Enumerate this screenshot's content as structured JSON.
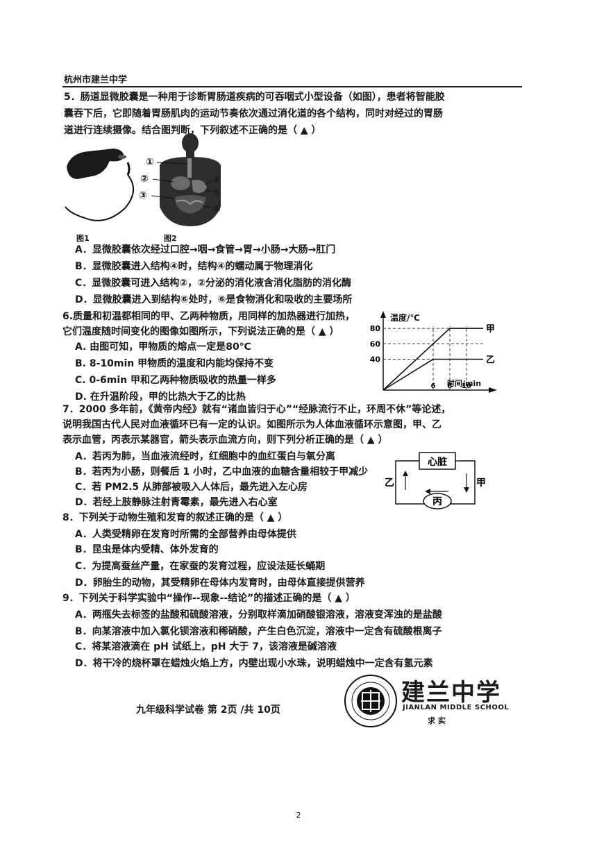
{
  "header": {
    "school": "杭州市建兰中学"
  },
  "q5": {
    "stem": [
      "5．肠道显微胶囊是一种用于诊断胃肠道疾病的可吞咽式小型设备（如图），患者将智能胶",
      "囊吞下后，它即随着胃肠肌肉的运动节奏依次通过消化道的各个结构，同时对经过的胃肠",
      "道进行连续摄像。结合图判断，下列叙述不正确的是（  ▲  ）"
    ],
    "fig1_label": "图1",
    "fig2_label": "图2",
    "markers": [
      "①",
      "②",
      "③",
      "④",
      "⑤",
      "⑥"
    ],
    "options": [
      "A．显微胶囊依次经过口腔→咽→食管→胃→小肠→大肠→肛门",
      "B．显微胶囊进入结构④时，结构④的蠕动属于物理消化",
      "C．显微胶囊可进入结构②，②分泌的消化液含消化脂肪的消化酶",
      "D．显微胶囊进入到结构⑥处时，⑥是食物消化和吸收的主要场所"
    ]
  },
  "q6": {
    "stem": [
      "6.质量和初温都相同的甲、乙两种物质，用同样的加热器进行加热，",
      "它们温度随时间变化的图像如图所示，下列说法正确的是（  ▲  ）"
    ],
    "options": [
      "A.  由图可知，甲物质的熔点一定是80℃",
      "B.  8-10min 甲物质的温度和内能均保持不变",
      "C.  0-6min 甲和乙两种物质吸收的热量一样多",
      "D.  在升温阶段，甲的比热大于乙的比热"
    ]
  },
  "chart_data": {
    "type": "line",
    "ylabel": "温度/℃",
    "xlabel": "时间/min",
    "xticks": [
      6,
      8,
      10
    ],
    "yticks": [
      40,
      60,
      80
    ],
    "xlim": [
      0,
      12
    ],
    "ylim": [
      0,
      90
    ],
    "series": [
      {
        "name": "甲",
        "x": [
          0,
          8,
          12
        ],
        "y": [
          0,
          80,
          80
        ]
      },
      {
        "name": "乙",
        "x": [
          0,
          6,
          12
        ],
        "y": [
          0,
          40,
          40
        ]
      }
    ]
  },
  "q7": {
    "stem": [
      "7．2000 多年前，《黄帝内经》就有“诸血皆归于心”“经脉流行不止，环周不休”等论述，",
      "说明我国古代人民对血液循环已有一定的认识。如图所示为人体血液循环示意图，甲、乙",
      "表示血管，丙表示某器官，箭头表示血流方向，则下列分析正确的是（  ▲  ）"
    ],
    "options": [
      "A．若丙为肺，当血液流经时，红细胞中的血红蛋白与氧分离",
      "B．若丙为小肠，则餐后 1 小时，乙中血液的血糖含量相较于甲减少",
      "C．若 PM2.5 从肺部被吸入人体后，最先进入左心房",
      "D．若经上肢静脉注射青霉素，最先进入右心室"
    ],
    "diagram": {
      "heart": "心脏",
      "organ": "丙",
      "left_vessel": "乙",
      "right_vessel": "甲"
    }
  },
  "q8": {
    "stem": "8．下列关于动物生殖和发育的叙述正确的是（  ▲  ）",
    "options": [
      "A．人类受精卵在发育时所需的全部营养由母体提供",
      "B．昆虫是体内受精、体外发育的",
      "C．为提高蚕丝产量，在家蚕的发育过程，应设法延长蛹期",
      "D．卵胎生的动物，其受精卵在母体内发育时，由母体直接提供营养"
    ]
  },
  "q9": {
    "stem": "9．下列关于科学实验中“操作--现象--结论”的描述正确的是（  ▲  ）",
    "options": [
      "A．两瓶失去标签的盐酸和硫酸溶液，分别取样滴加硝酸银溶液，溶液变浑浊的是盐酸",
      "B．向某溶液中加入氯化钡溶液和稀硝酸，产生白色沉淀，溶液中一定含有硫酸根离子",
      "C．将某溶液滴在 pH 试纸上，pH 大于 7，该溶液是碱溶液",
      "D．将干冷的烧杯罩在蜡烛火焰上方，内壁出现小水珠，说明蜡烛中一定含有氢元素"
    ]
  },
  "footer": {
    "exam": "九年级科学试卷  第 2页 /共 10页",
    "logo_cn": "建兰中学",
    "logo_en": "JIANLAN MIDDLE SCHOOL",
    "motto": "求  实"
  },
  "page_number": "2"
}
